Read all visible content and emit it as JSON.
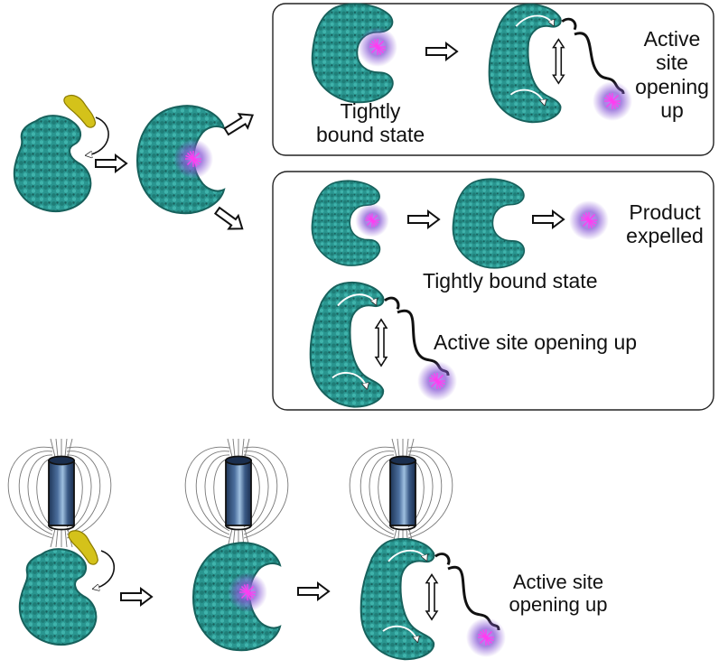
{
  "labels": {
    "box1_tightly": "Tightly",
    "box1_bound_state": "bound state",
    "box1_active": "Active",
    "box1_site": "site",
    "box1_opening": "opening",
    "box1_up": "up",
    "box2_product": "Product",
    "box2_expelled": "expelled",
    "box2_tightly_bound_state": "Tightly bound state",
    "box2_active_site_opening_up": "Active site opening up",
    "bottom_active_site": "Active site",
    "bottom_opening_up": "opening up"
  },
  "colors": {
    "protein": "#2a9690",
    "protein_dark": "#17615c",
    "ligand": "#d4c21a",
    "glow": "#8a5cd6",
    "star": "#ff3df0",
    "magnet_body": "#2f4d78",
    "magnet_highlight": "#9fc0e0",
    "field_line": "#777777",
    "arrow_outline": "#111111"
  },
  "icons": [
    "protein-structure-icon",
    "ligand-icon",
    "product-glow-icon",
    "block-arrow-icon",
    "magnet-icon",
    "field-lines-icon",
    "curved-arrow-icon",
    "double-headed-arrow-icon",
    "tether-line-icon"
  ]
}
